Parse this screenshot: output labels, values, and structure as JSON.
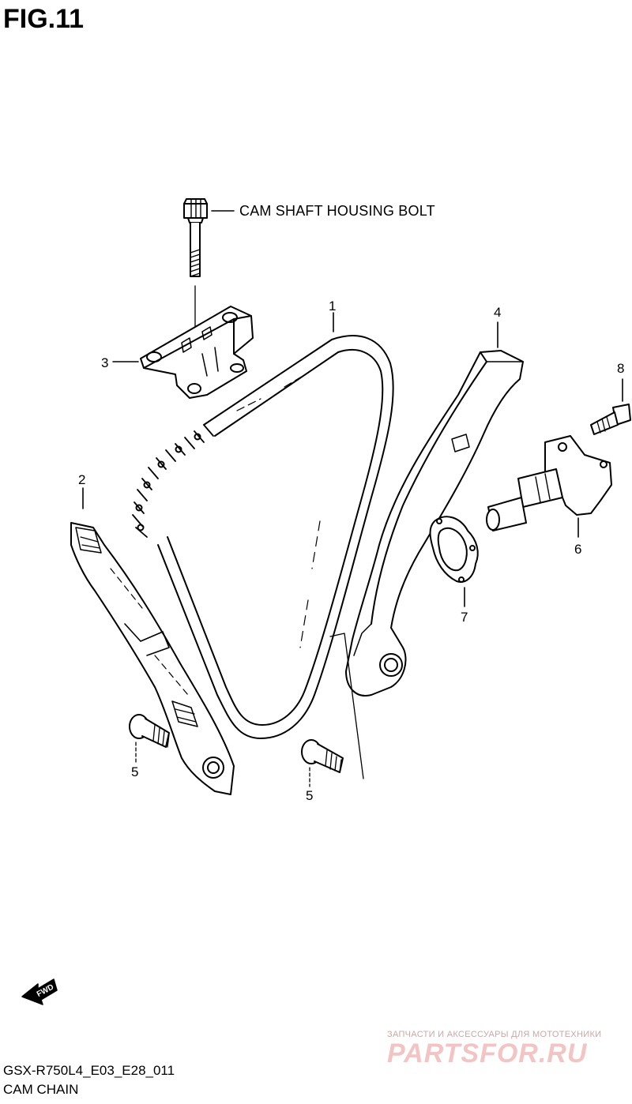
{
  "figure": {
    "title": "FIG.11"
  },
  "callouts": {
    "bolt_label": "CAM SHAFT HOUSING BOLT",
    "part_1": "1",
    "part_2": "2",
    "part_3": "3",
    "part_4": "4",
    "part_5a": "5",
    "part_5b": "5",
    "part_6": "6",
    "part_7": "7",
    "part_8": "8"
  },
  "direction_marker": {
    "label": "FWD"
  },
  "footer": {
    "diagram_code": "GSX-R750L4_E03_E28_011",
    "diagram_name": "CAM CHAIN"
  },
  "watermark": {
    "tagline": "ЗАПЧАСТИ И АКСЕССУАРЫ ДЛЯ МОТОТЕХНИКИ",
    "brand": "PARTSFOR.RU"
  }
}
